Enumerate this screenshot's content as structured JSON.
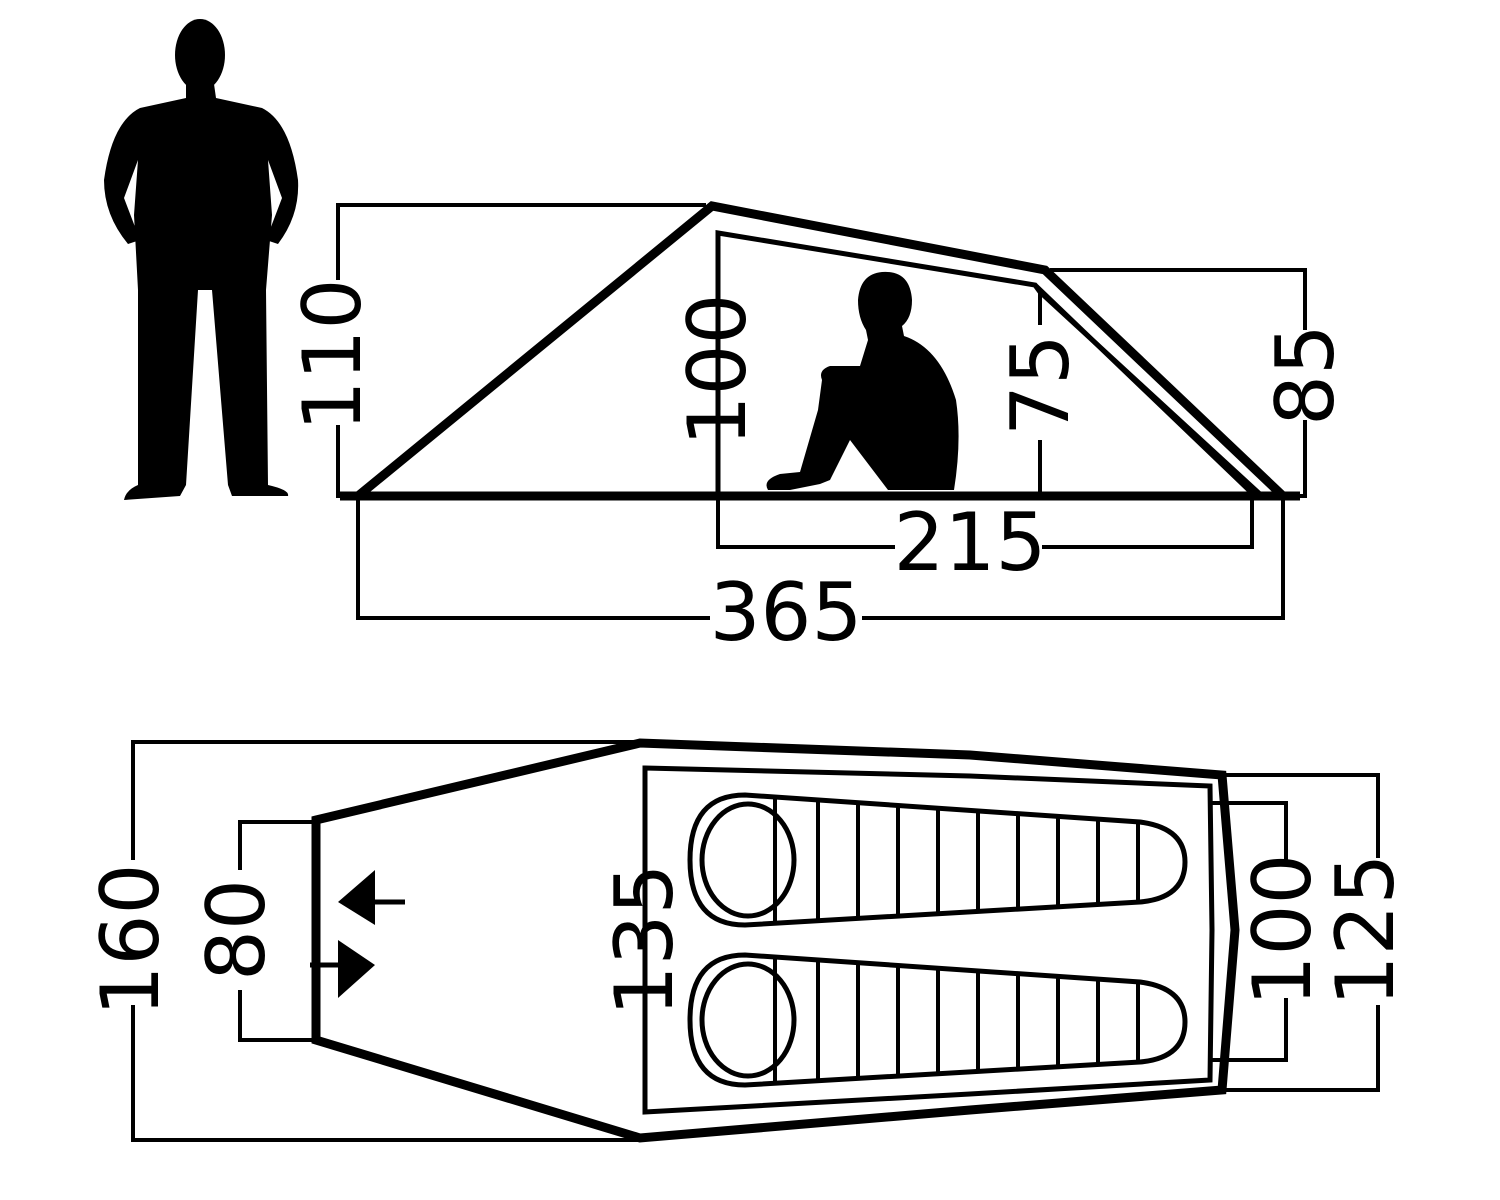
{
  "colors": {
    "ink": "#000000",
    "background": "#ffffff"
  },
  "side_view": {
    "dims": {
      "height_peak": "110",
      "inner_height_peak": "100",
      "inner_height_rear": "75",
      "height_rear": "85",
      "inner_length": "215",
      "total_length": "365"
    }
  },
  "top_view": {
    "dims": {
      "total_width": "160",
      "vestibule_width": "80",
      "inner_width_front": "135",
      "inner_width_rear": "100",
      "outer_width_rear": "125"
    },
    "sleeping_bags": 2,
    "icons": [
      "person-standing-icon",
      "person-sitting-icon",
      "sleeping-bag-icon",
      "door-arrow-icon"
    ]
  }
}
